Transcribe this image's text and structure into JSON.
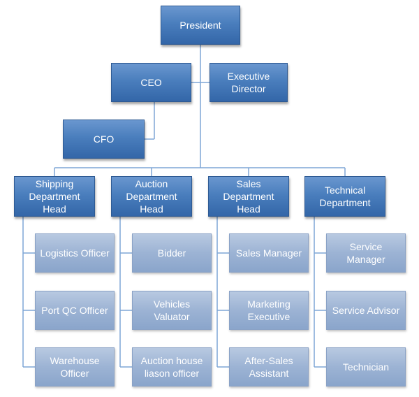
{
  "chart": {
    "president": "President",
    "ceo": "CEO",
    "executive_director": "Executive\nDirector",
    "cfo": "CFO",
    "departments": [
      {
        "head": "Shipping\nDepartment\nHead",
        "staff": [
          "Logistics Officer",
          "Port QC Officer",
          "Warehouse\nOfficer"
        ]
      },
      {
        "head": "Auction\nDepartment\nHead",
        "staff": [
          "Bidder",
          "Vehicles\nValuator",
          "Auction house\nliason officer"
        ]
      },
      {
        "head": "Sales\nDepartment\nHead",
        "staff": [
          "Sales Manager",
          "Marketing\nExecutive",
          "After-Sales\nAssistant"
        ]
      },
      {
        "head": "Technical\nDepartment",
        "staff": [
          "Service Manager",
          "Service Advisor",
          "Technician"
        ]
      }
    ]
  },
  "colors": {
    "top_box": "#4a7ebd",
    "sub_box": "#9cb3d4",
    "connector": "#7fa6d6"
  }
}
